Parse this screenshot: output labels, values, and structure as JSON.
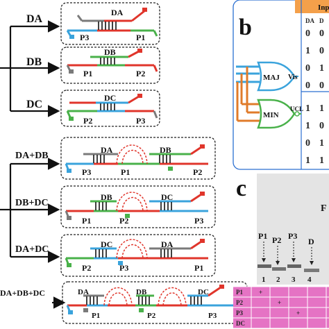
{
  "panel_a": {
    "inputs": [
      "DA",
      "DB",
      "DC",
      "DA+DB",
      "DB+DC",
      "DA+DC",
      "DA+DB+DC"
    ],
    "boxes": [
      {
        "labels": [
          "DA",
          "P3",
          "P1"
        ]
      },
      {
        "labels": [
          "DB",
          "P1",
          "P2"
        ]
      },
      {
        "labels": [
          "DC",
          "P2",
          "P3"
        ]
      },
      {
        "labels": [
          "DA",
          "DB",
          "P3",
          "P1",
          "P2"
        ]
      },
      {
        "labels": [
          "DB",
          "DC",
          "P1",
          "P2",
          "P3"
        ]
      },
      {
        "labels": [
          "DC",
          "DA",
          "P2",
          "P3",
          "P1"
        ]
      },
      {
        "labels": [
          "DA",
          "DB",
          "DC",
          "P1",
          "P2",
          "P3"
        ]
      }
    ]
  },
  "panel_b": {
    "letter": "b",
    "header": "Inp",
    "gate_maj": "MAJ",
    "gate_min": "MIN",
    "out_vis": "Vis",
    "out_ucl": "UCL",
    "table_cols": [
      "DA",
      "D"
    ],
    "table_rows": [
      [
        "0",
        "0"
      ],
      [
        "1",
        "0"
      ],
      [
        "0",
        "1"
      ],
      [
        "0",
        "0"
      ],
      [
        "1",
        "1"
      ],
      [
        "1",
        "0"
      ],
      [
        "0",
        "1"
      ],
      [
        "1",
        "1"
      ]
    ]
  },
  "panel_c": {
    "letter": "c",
    "band_labels": [
      "P1",
      "P2",
      "P3",
      "D"
    ],
    "side_label": "F",
    "lane_numbers": [
      "1",
      "2",
      "3",
      "4"
    ],
    "grid_rows": [
      "P1",
      "P2",
      "P3",
      "DC"
    ],
    "grid_marks": [
      {
        "row": 0,
        "col": 0,
        "mark": "+"
      },
      {
        "row": 1,
        "col": 1,
        "mark": "+"
      },
      {
        "row": 2,
        "col": 2,
        "mark": "+"
      }
    ]
  },
  "colors": {
    "red": "#e0352b",
    "blue": "#3aa3dc",
    "green": "#49b14a",
    "gray": "#7a7a7a",
    "black": "#111111",
    "orange": "#e07b2a",
    "header_bg": "#f4a04a",
    "table_border": "#2a6fd1",
    "grid_bg": "#e573c4"
  }
}
